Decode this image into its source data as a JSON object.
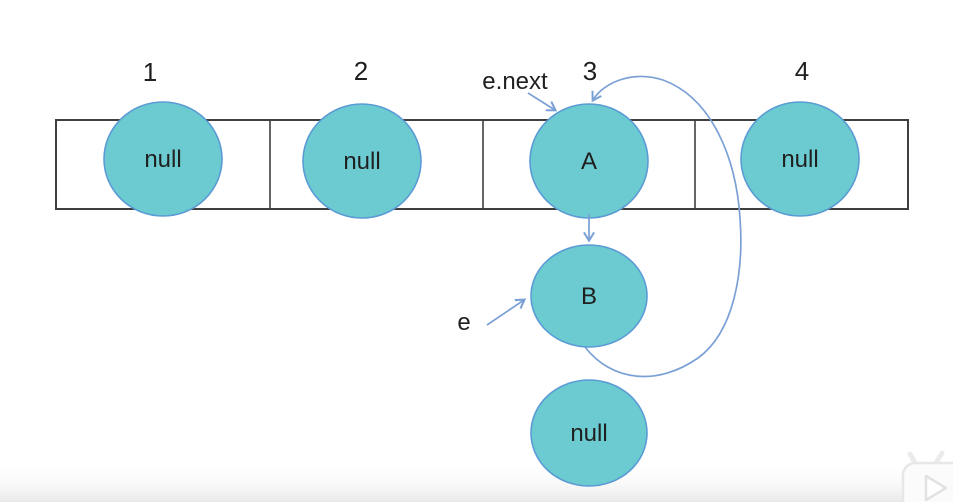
{
  "diagram": {
    "kind": "hash-bucket linked-list diagram",
    "bucket_array": {
      "index_labels": [
        "1",
        "2",
        "3",
        "4"
      ],
      "slot_values": [
        "null",
        "null",
        "A",
        "null"
      ]
    },
    "chain_nodes": {
      "second": "B",
      "tail": "null"
    },
    "pointer_labels": {
      "e_next": "e.next",
      "e": "e"
    },
    "icons": {
      "watermark": "video-watermark-play-icon"
    },
    "colors": {
      "background": "#ffffff",
      "node_fill": "#6bcbd0",
      "node_stroke": "#5b9bd5",
      "arrow_stroke": "#7ba0d6",
      "cell_border": "#3f3f3f",
      "label_text": "#1f1f1f",
      "bottom_fade": "#ececec"
    }
  }
}
